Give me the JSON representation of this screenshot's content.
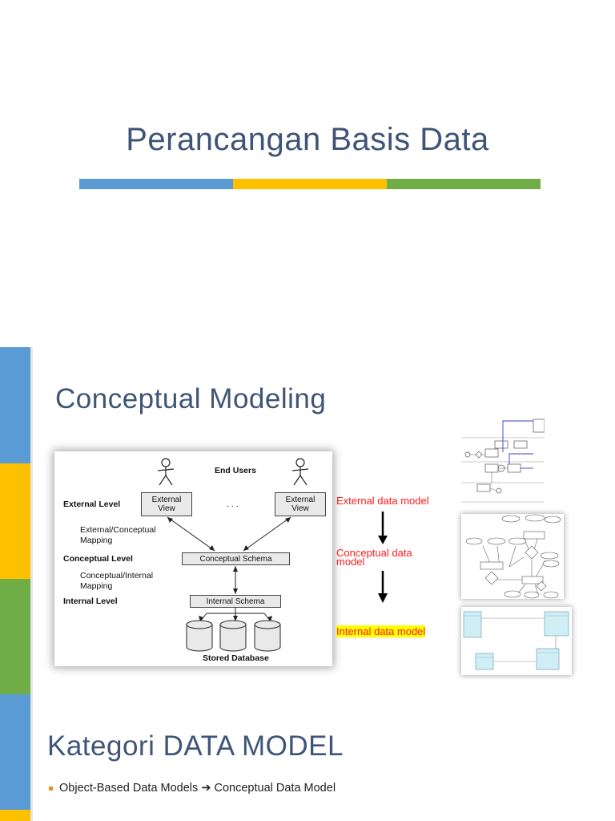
{
  "slide1": {
    "title": "Perancangan Basis Data",
    "colors": {
      "blue": "#5b9bd5",
      "yellow": "#ffc000",
      "green": "#70ad47"
    }
  },
  "slide2": {
    "title": "Conceptual Modeling",
    "diagram": {
      "end_users": "End Users",
      "external_level": "External Level",
      "ext_conc_mapping_1": "External/Conceptual",
      "ext_conc_mapping_2": "Mapping",
      "conceptual_level": "Conceptual Level",
      "conc_int_mapping_1": "Conceptual/Internal",
      "conc_int_mapping_2": "Mapping",
      "internal_level": "Internal Level",
      "external_view_1": "External",
      "external_view_2": "View",
      "ellipsis": ". . .",
      "conceptual_schema": "Conceptual Schema",
      "internal_schema": "Internal Schema",
      "stored_database": "Stored Database"
    },
    "labels": {
      "external": "External data model",
      "conceptual": "Conceptual data model",
      "internal": "Internal data model"
    }
  },
  "slide3": {
    "title": "Kategori DATA MODEL",
    "bullet_left": "Object-Based Data Models",
    "bullet_arrow": "➔",
    "bullet_right": "Conceptual Data Model",
    "paragraph": ""
  }
}
